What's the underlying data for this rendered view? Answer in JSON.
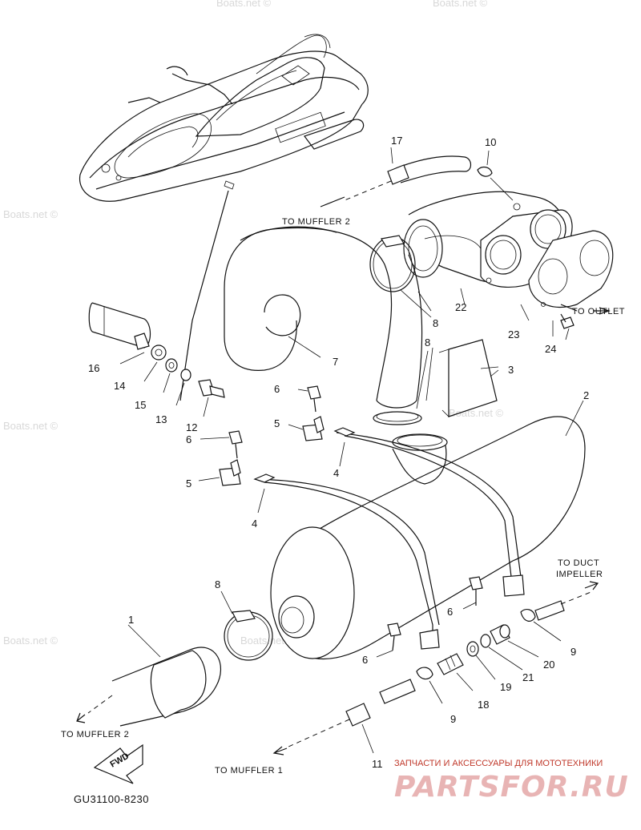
{
  "watermark": "Boats.net ©",
  "part_numbers": {
    "p1": "1",
    "p2": "2",
    "p3": "3",
    "p4a": "4",
    "p4b": "4",
    "p5a": "5",
    "p5b": "5",
    "p6a": "6",
    "p6b": "6",
    "p6c": "6",
    "p6d": "6",
    "p7": "7",
    "p8a": "8",
    "p8b": "8",
    "p8c": "8",
    "p9a": "9",
    "p9b": "9",
    "p10": "10",
    "p11": "11",
    "p12": "12",
    "p13": "13",
    "p14": "14",
    "p15": "15",
    "p16": "16",
    "p17": "17",
    "p18": "18",
    "p19": "19",
    "p20": "20",
    "p21": "21",
    "p22": "22",
    "p23": "23",
    "p24": "24"
  },
  "callouts": {
    "to_muffler_2_top": "TO MUFFLER 2",
    "to_outlet": "TO OUTLET",
    "to_duct_line1": "TO DUCT",
    "to_duct_line2": "IMPELLER",
    "to_muffler_2_bottom": "TO MUFFLER 2",
    "to_muffler_1": "TO MUFFLER 1"
  },
  "fwd_label": "FWD",
  "diagram_code": "GU31100-8230",
  "brand": {
    "tagline": "ЗАПЧАСТИ И АКСЕССУАРЫ ДЛЯ МОТОТЕХНИКИ",
    "logo": "PARTSFOR.RU"
  }
}
